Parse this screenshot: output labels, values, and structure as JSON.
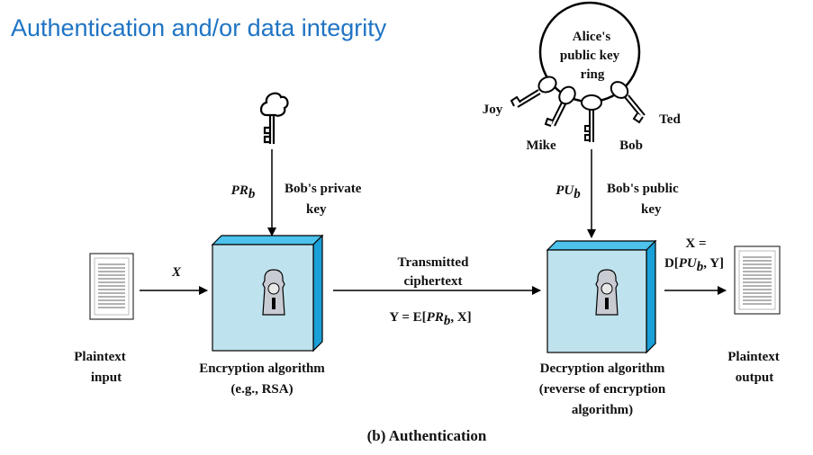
{
  "title": "Authentication and/or data integrity",
  "key_ring": {
    "label_line1": "Alice's",
    "label_line2": "public key",
    "label_line3": "ring",
    "keys": [
      "Joy",
      "Mike",
      "Bob",
      "Ted"
    ]
  },
  "private_key": {
    "symbol": "PR",
    "subscript": "b",
    "label_line1": "Bob's private",
    "label_line2": "key"
  },
  "public_key": {
    "symbol": "PU",
    "subscript": "b",
    "label_line1": "Bob's public",
    "label_line2": "key"
  },
  "input": {
    "arrow_label": "X",
    "label_line1": "Plaintext",
    "label_line2": "input"
  },
  "encryption": {
    "label_line1": "Encryption algorithm",
    "label_line2": "(e.g., RSA)"
  },
  "transmission": {
    "label_line1": "Transmitted",
    "label_line2": "ciphertext",
    "formula_pre": "Y = E[",
    "formula_sym": "PR",
    "formula_sub": "b",
    "formula_post": ", X]"
  },
  "decryption": {
    "label_line1": "Decryption algorithm",
    "label_line2": "(reverse of encryption",
    "label_line3": "algorithm)"
  },
  "output": {
    "formula_line1": "X =",
    "formula_pre": "D[",
    "formula_sym": "PU",
    "formula_sub": "b",
    "formula_post": ", Y]",
    "label_line1": "Plaintext",
    "label_line2": "output"
  },
  "caption": "(b) Authentication",
  "colors": {
    "title": "#1f74c4",
    "box_face": "#bfe3ee",
    "box_side": "#1aa0d8",
    "box_top": "#4cc2ec",
    "doc_line": "#999999"
  }
}
